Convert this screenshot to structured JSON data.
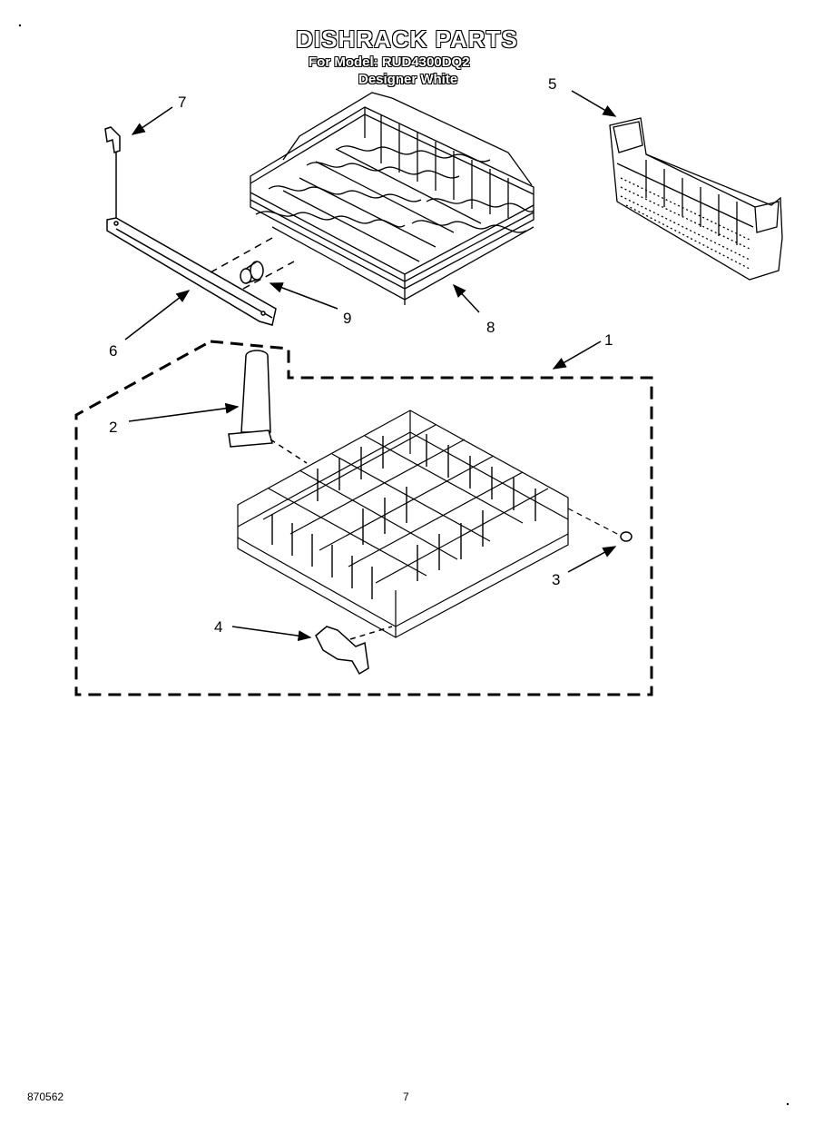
{
  "header": {
    "title": "DISHRACK PARTS",
    "model_line": "For Model: RUD4300DQ2",
    "color_line": "Designer White"
  },
  "callouts": [
    "1",
    "2",
    "3",
    "4",
    "5",
    "6",
    "7",
    "8",
    "9"
  ],
  "footer": {
    "doc_number": "870562",
    "page_number": "7"
  }
}
